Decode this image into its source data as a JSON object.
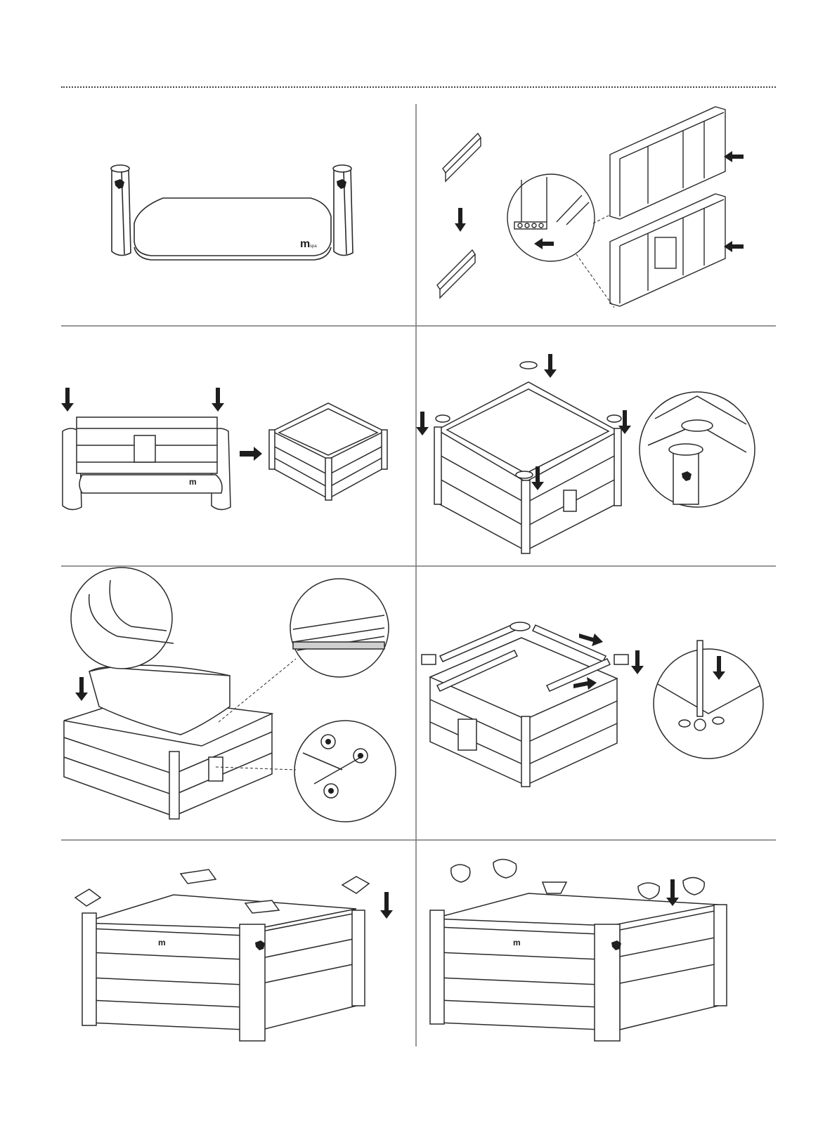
{
  "brand": {
    "logo_text": "m",
    "logo_suffix": "spa"
  },
  "colors": {
    "line": "#2a2a2a",
    "fill": "#ffffff",
    "shade": "#cfcfcf",
    "dark": "#1e1e1e"
  },
  "steps": [
    {
      "id": 1,
      "description_icon": "base-mat-and-corner-posts"
    },
    {
      "id": 2,
      "description_icon": "wall-panel-rail-assembly"
    },
    {
      "id": 3,
      "description_icon": "insert-wall-panel-into-posts"
    },
    {
      "id": 4,
      "description_icon": "attach-corner-brackets"
    },
    {
      "id": 5,
      "description_icon": "lower-spa-tub-into-frame"
    },
    {
      "id": 6,
      "description_icon": "install-top-rails"
    },
    {
      "id": 7,
      "description_icon": "attach-corner-caps"
    },
    {
      "id": 8,
      "description_icon": "attach-pillows-and-caps"
    }
  ]
}
